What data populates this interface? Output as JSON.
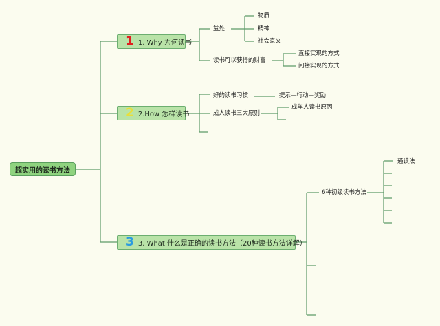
{
  "root": {
    "label": "超实用的读书方法"
  },
  "branch1": {
    "number": "1",
    "label": "1. Why 为何读书",
    "number_color": "#e02020",
    "benefits": {
      "label": "益处",
      "items": [
        "物质",
        "精神",
        "社会意义"
      ]
    },
    "wealth": {
      "label": "读书可以获得的财富",
      "items": [
        "直接实现的方式",
        "间接实现的方式"
      ]
    }
  },
  "branch2": {
    "number": "2",
    "label": "2.How 怎样读书",
    "number_color": "#e8df3a",
    "habits": {
      "label": "好的读书习惯",
      "detail": "提示—行动—奖励"
    },
    "principles": {
      "label": "成人读书三大原则",
      "detail": "成年人读书原因"
    }
  },
  "branch3": {
    "number": "3",
    "label": "3. What 什么是正确的读书方法（20种读书方法详解）",
    "number_color": "#2a9be0",
    "methods": {
      "label": "6种初级读书方法",
      "items": [
        "通读法"
      ]
    }
  },
  "colors": {
    "background": "#fbfcef",
    "line": "#5d9a68",
    "node_fill": "#b9e3a8",
    "root_fill": "#8fd37f"
  }
}
